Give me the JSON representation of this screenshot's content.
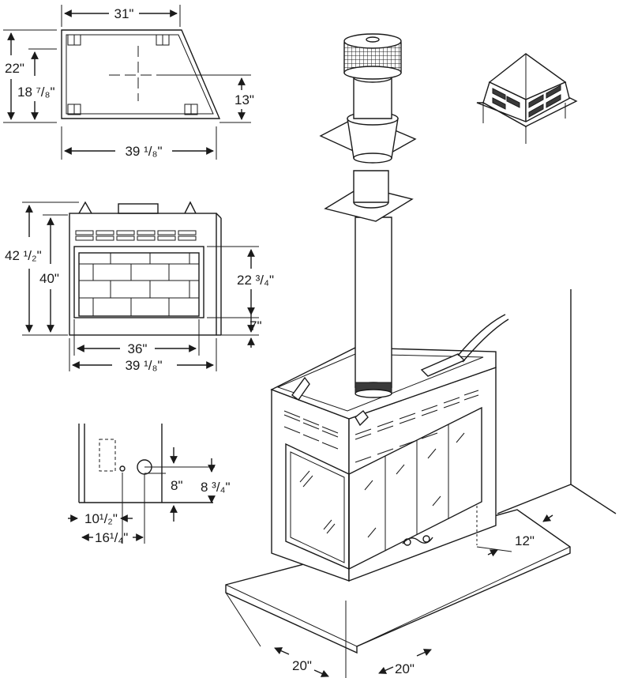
{
  "top_view": {
    "width_back": "31\"",
    "depth_side": "22\"",
    "depth_center": "18 ⁷/₈\"",
    "depth_right": "13\"",
    "width_front": "39 ¹/₈\""
  },
  "front_view": {
    "height_total": "42 ¹/₂\"",
    "height_body": "40\"",
    "opening_height": "22 ³/₄\"",
    "base_height": "7\"",
    "opening_width": "36\"",
    "overall_width": "39 ¹/₈\""
  },
  "gas_inlet": {
    "offset_8": "8\"",
    "offset_8_3_4": "8 ³/₄\"",
    "offset_10_1_2": "10¹/₂\"",
    "offset_16_1_4": "16¹/₄\""
  },
  "hearth": {
    "front_extension": "12\"",
    "side_left": "20\"",
    "side_right": "20\""
  },
  "icons": [
    "chimney-cap-icon",
    "termination-cap-icon",
    "fireplace-unit-icon"
  ]
}
